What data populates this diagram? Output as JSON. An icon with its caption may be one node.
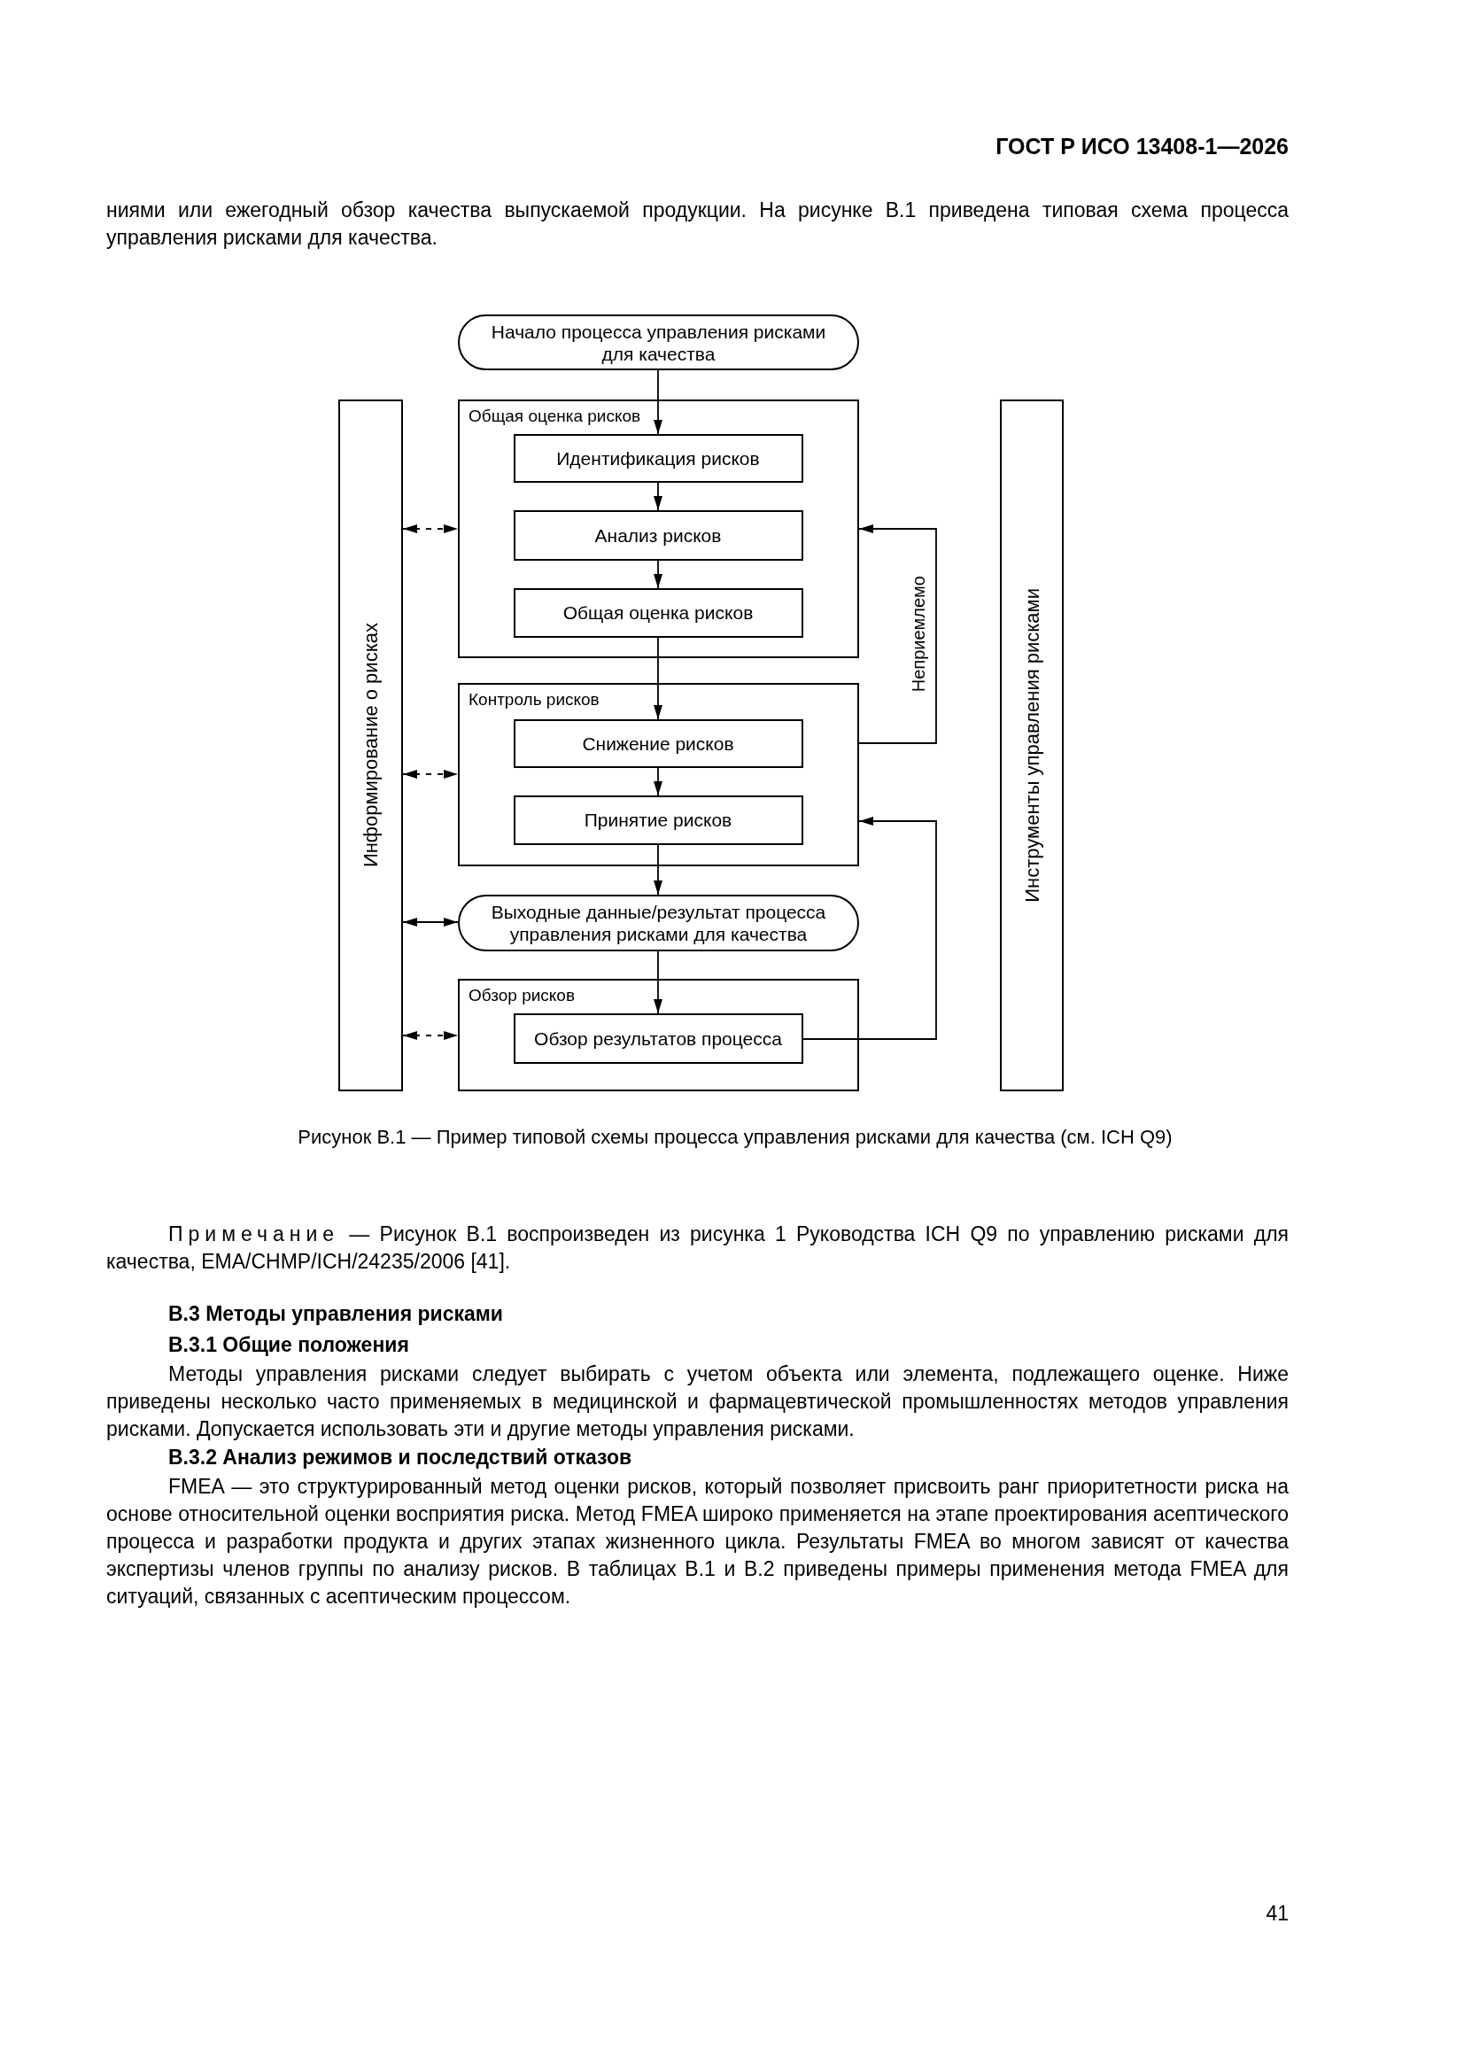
{
  "diagram": {
    "caption": "Рисунок В.1 — Пример типовой схемы процесса управления рисками для качества (см. ICH Q9)",
    "nodes": [
      {
        "text": [
          "Начало процесса управления рисками для качества"
        ]
      },
      {
        "text": [
          "Общая оценка рисков"
        ]
      },
      {
        "text": [
          "Идентификация рисков"
        ],
        "in": 1
      },
      {
        "text": [
          "Анализ рисков"
        ],
        "in": 1
      },
      {
        "text": [
          "Общая оценка рисков"
        ],
        "in": 1
      },
      {
        "text": [
          "Контроль рисков"
        ]
      },
      {
        "text": [
          "Снижение рисков"
        ],
        "in": 5
      },
      {
        "text": [
          "Принятие рисков"
        ],
        "in": 5
      },
      {
        "text": [
          "Выходные данные/результат процесса управления рисками для качества"
        ]
      },
      {
        "text": [
          "Обзор рисков"
        ]
      },
      {
        "text": [
          "Обзор результатов процесса"
        ],
        "in": 9
      },
      {
        "text": [
          "Информирование о рисках"
        ]
      },
      {
        "text": [
          "Инструменты управления рисками"
        ]
      }
    ],
    "edges": [
      {
        "from": 0,
        "to": 2,
        "arrow": "to"
      },
      {
        "from": 2,
        "to": 3,
        "arrow": "to"
      },
      {
        "from": 3,
        "to": 4,
        "arrow": "to"
      },
      {
        "from": 4,
        "to": 6,
        "arrow": "to"
      },
      {
        "from": 6,
        "to": 7,
        "arrow": "to"
      },
      {
        "from": 7,
        "to": 8,
        "arrow": "to"
      },
      {
        "from": 8,
        "to": 10,
        "arrow": "to"
      },
      {
        "from": 5,
        "to": 1,
        "arrow": "to",
        "label": "Неприемлемо"
      },
      {
        "from": 10,
        "to": 5,
        "arrow": "to"
      },
      {
        "from": 11,
        "to": 1,
        "arrow": "both",
        "style": "dashed"
      },
      {
        "from": 11,
        "to": 5,
        "arrow": "both",
        "style": "dashed"
      },
      {
        "from": 11,
        "to": 8,
        "arrow": "both"
      },
      {
        "from": 11,
        "to": 9,
        "arrow": "both",
        "style": "dashed"
      }
    ],
    "labels": [
      "ГОСТ Р ИСО 13408-1—2026",
      "ниями или ежегодный обзор качества выпускаемой продукции. На рисунке В.1 приведена типовая схема процесса управления рисками для качества.",
      "Примечание — Рисунок В.1 воспроизведен из рисунка 1 Руководства ICH Q9 по управлению рисками для качества, EMA/CHMP/ICH/24235/2006 [41].",
      "В.3 Методы управления рисками",
      "В.3.1 Общие положения",
      "Методы управления рисками следует выбирать с учетом объекта или элемента, подлежащего оценке. Ниже приведены несколько часто применяемых в медицинской и фармацевтической промышленностях методов управления рисками. Допускается использовать эти и другие методы управления рисками.",
      "В.3.2 Анализ режимов и последствий отказов",
      "FMEA — это структурированный метод оценки рисков, который позволяет присвоить ранг приоритетности риска на основе относительной оценки восприятия риска. Метод FMEA широко применяется на этапе проектирования асептического процесса и разработки продукта и других этапах жизненного цикла. Результаты FMEA во многом зависят от качества экспертизы членов группы по анализу рисков. В таблицах В.1 и В.2 приведены примеры применения метода FMEA для ситуаций, связанных с асептическим процессом.",
      "41"
    ]
  }
}
